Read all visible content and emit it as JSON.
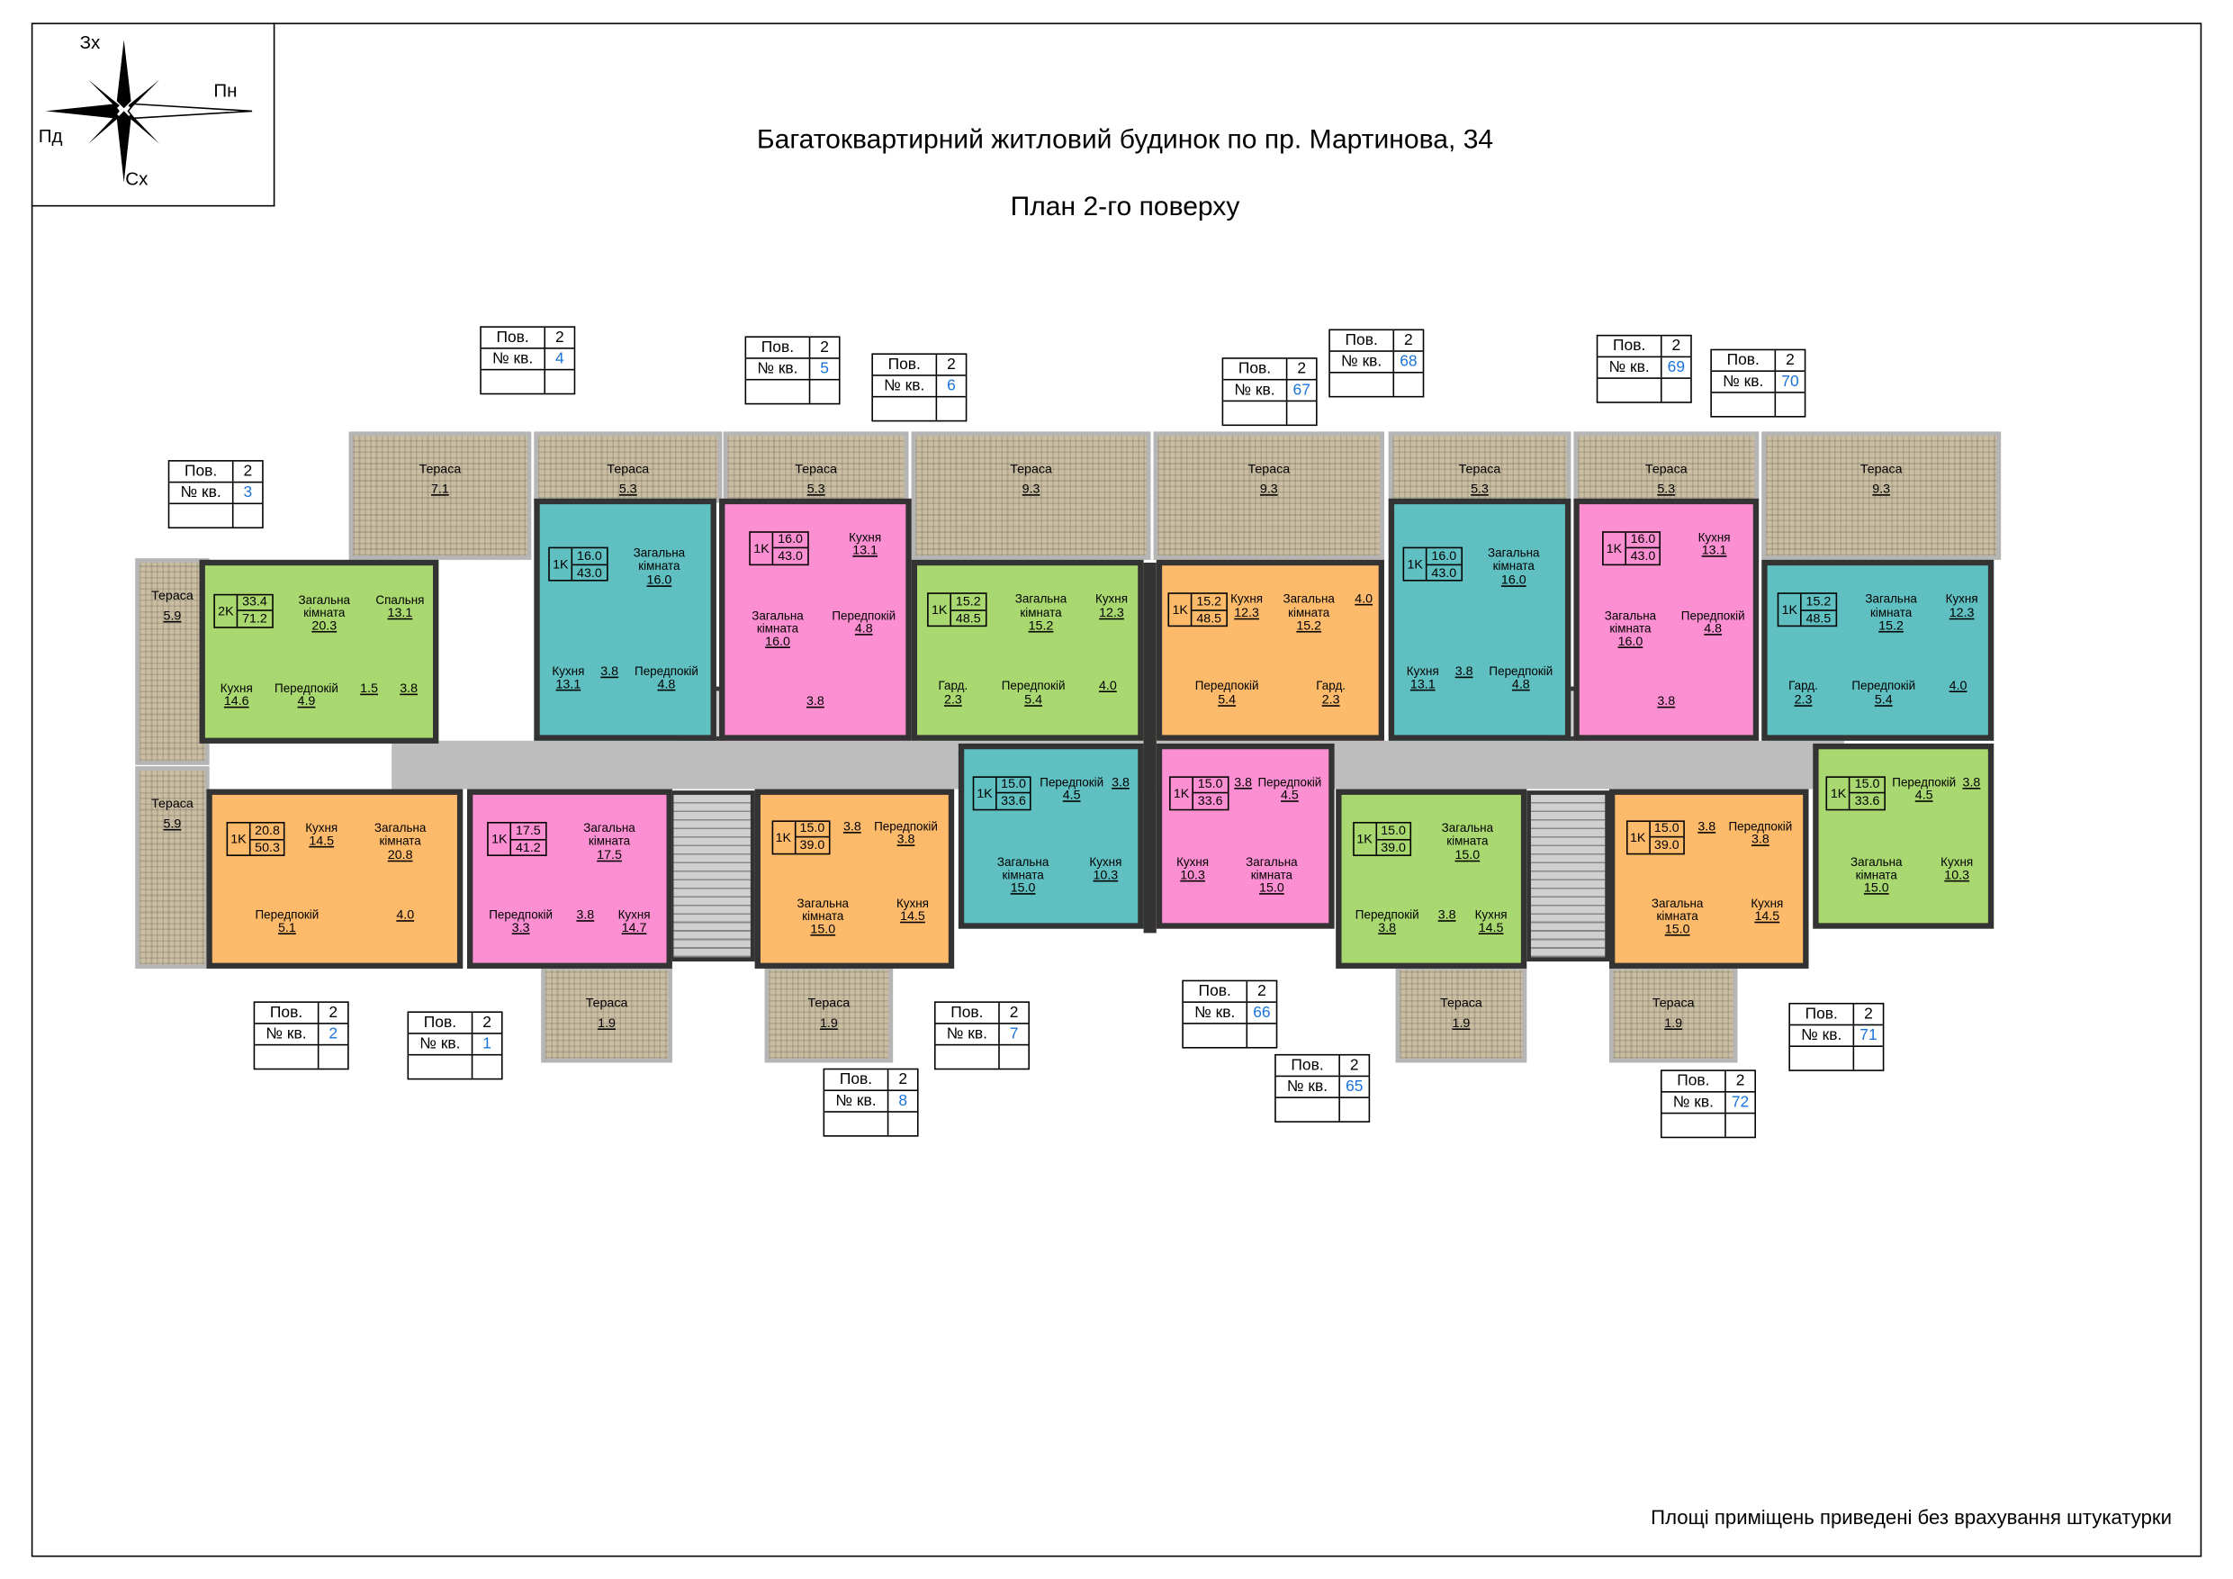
{
  "header": {
    "title": "Багатоквартирний житловий будинок по пр. Мартинова, 34",
    "subtitle": "План 2-го поверху"
  },
  "compass": {
    "north": "Пн",
    "south": "Пд",
    "west": "Зх",
    "east": "Сх"
  },
  "footer_note": "Площі приміщень приведені без врахування штукатурки",
  "callout_labels": {
    "floor": "Пов.",
    "apartment": "№ кв."
  },
  "floor": "2",
  "colors": {
    "green": "#a8d86f",
    "teal": "#5fbfc1",
    "pink": "#fb8fd1",
    "orange": "#fdba6b",
    "terrace": "#c9bda2",
    "corridor": "#bdbdbd"
  },
  "terraces": [
    {
      "label": "Тераса",
      "area": "7.1"
    },
    {
      "label": "Тераса",
      "area": "5.3"
    },
    {
      "label": "Тераса",
      "area": "5.3"
    },
    {
      "label": "Тераса",
      "area": "9.3"
    },
    {
      "label": "Тераса",
      "area": "9.3"
    },
    {
      "label": "Тераса",
      "area": "5.3"
    },
    {
      "label": "Тераса",
      "area": "5.3"
    },
    {
      "label": "Тераса",
      "area": "9.3"
    },
    {
      "label": "Тераса",
      "area": "5.9"
    },
    {
      "label": "Тераса",
      "area": "5.9"
    },
    {
      "label": "Тераса",
      "area": "1.9"
    },
    {
      "label": "Тераса",
      "area": "1.9"
    },
    {
      "label": "Тераса",
      "area": "1.9"
    },
    {
      "label": "Тераса",
      "area": "1.9"
    }
  ],
  "apartments": [
    {
      "number": "3",
      "color": "green",
      "type": "2K",
      "living": "33.4",
      "total": "71.2",
      "rooms": [
        [
          "Загальна кімната",
          "20.3"
        ],
        [
          "Спальня",
          "13.1"
        ],
        [
          "Кухня",
          "14.6"
        ],
        [
          "Передпокій",
          "4.9"
        ],
        [
          "",
          "1.5"
        ],
        [
          "",
          "3.8"
        ]
      ]
    },
    {
      "number": "2",
      "color": "orange",
      "type": "1K",
      "living": "20.8",
      "total": "50.3",
      "rooms": [
        [
          "Кухня",
          "14.5"
        ],
        [
          "Загальна кімната",
          "20.8"
        ],
        [
          "Передпокій",
          "5.1"
        ],
        [
          "",
          "4.0"
        ]
      ]
    },
    {
      "number": "1",
      "color": "pink",
      "type": "1K",
      "living": "17.5",
      "total": "41.2",
      "rooms": [
        [
          "Загальна кімната",
          "17.5"
        ],
        [
          "Передпокій",
          "3.3"
        ],
        [
          "",
          "3.8"
        ],
        [
          "Кухня",
          "14.7"
        ]
      ]
    },
    {
      "number": "4",
      "color": "teal",
      "type": "1K",
      "living": "16.0",
      "total": "43.0",
      "rooms": [
        [
          "Загальна кімната",
          "16.0"
        ],
        [
          "Кухня",
          "13.1"
        ],
        [
          "",
          "3.8"
        ],
        [
          "Передпокій",
          "4.8"
        ]
      ]
    },
    {
      "number": "5",
      "color": "pink",
      "type": "1K",
      "living": "16.0",
      "total": "43.0",
      "rooms": [
        [
          "Кухня",
          "13.1"
        ],
        [
          "Загальна кімната",
          "16.0"
        ],
        [
          "Передпокій",
          "4.8"
        ],
        [
          "",
          "3.8"
        ]
      ]
    },
    {
      "number": "6",
      "color": "green",
      "type": "1K",
      "living": "15.2",
      "total": "48.5",
      "rooms": [
        [
          "Загальна кімната",
          "15.2"
        ],
        [
          "Кухня",
          "12.3"
        ],
        [
          "Гард.",
          "2.3"
        ],
        [
          "Передпокій",
          "5.4"
        ],
        [
          "",
          "4.0"
        ]
      ]
    },
    {
      "number": "8",
      "color": "orange",
      "type": "1K",
      "living": "15.0",
      "total": "39.0",
      "rooms": [
        [
          "",
          "3.8"
        ],
        [
          "Передпокій",
          "3.8"
        ],
        [
          "Загальна кімната",
          "15.0"
        ],
        [
          "Кухня",
          "14.5"
        ]
      ]
    },
    {
      "number": "7",
      "color": "teal",
      "type": "1K",
      "living": "15.0",
      "total": "33.6",
      "rooms": [
        [
          "Передпокій",
          "4.5"
        ],
        [
          "",
          "3.8"
        ],
        [
          "Загальна кімната",
          "15.0"
        ],
        [
          "Кухня",
          "10.3"
        ]
      ]
    },
    {
      "number": "67",
      "color": "orange",
      "type": "1K",
      "living": "15.2",
      "total": "48.5",
      "rooms": [
        [
          "Кухня",
          "12.3"
        ],
        [
          "Загальна кімната",
          "15.2"
        ],
        [
          "",
          "4.0"
        ],
        [
          "Передпокій",
          "5.4"
        ],
        [
          "Гард.",
          "2.3"
        ]
      ]
    },
    {
      "number": "66",
      "color": "pink",
      "type": "1K",
      "living": "15.0",
      "total": "33.6",
      "rooms": [
        [
          "",
          "3.8"
        ],
        [
          "Передпокій",
          "4.5"
        ],
        [
          "Кухня",
          "10.3"
        ],
        [
          "Загальна кімната",
          "15.0"
        ]
      ]
    },
    {
      "number": "68",
      "color": "teal",
      "type": "1K",
      "living": "16.0",
      "total": "43.0",
      "rooms": [
        [
          "Загальна кімната",
          "16.0"
        ],
        [
          "Кухня",
          "13.1"
        ],
        [
          "",
          "3.8"
        ],
        [
          "Передпокій",
          "4.8"
        ]
      ]
    },
    {
      "number": "69",
      "color": "pink",
      "type": "1K",
      "living": "16.0",
      "total": "43.0",
      "rooms": [
        [
          "Кухня",
          "13.1"
        ],
        [
          "Загальна кімната",
          "16.0"
        ],
        [
          "Передпокій",
          "4.8"
        ],
        [
          "",
          "3.8"
        ]
      ]
    },
    {
      "number": "65",
      "color": "green",
      "type": "1K",
      "living": "15.0",
      "total": "39.0",
      "rooms": [
        [
          "Загальна кімната",
          "15.0"
        ],
        [
          "Передпокій",
          "3.8"
        ],
        [
          "",
          "3.8"
        ],
        [
          "Кухня",
          "14.5"
        ]
      ]
    },
    {
      "number": "72",
      "color": "orange",
      "type": "1K",
      "living": "15.0",
      "total": "39.0",
      "rooms": [
        [
          "",
          "3.8"
        ],
        [
          "Передпокій",
          "3.8"
        ],
        [
          "Загальна кімната",
          "15.0"
        ],
        [
          "Кухня",
          "14.5"
        ]
      ]
    },
    {
      "number": "70",
      "color": "teal",
      "type": "1K",
      "living": "15.2",
      "total": "48.5",
      "rooms": [
        [
          "Загальна кімната",
          "15.2"
        ],
        [
          "Кухня",
          "12.3"
        ],
        [
          "Гард.",
          "2.3"
        ],
        [
          "Передпокій",
          "5.4"
        ],
        [
          "",
          "4.0"
        ]
      ]
    },
    {
      "number": "71",
      "color": "green",
      "type": "1K",
      "living": "15.0",
      "total": "33.6",
      "rooms": [
        [
          "Передпокій",
          "4.5"
        ],
        [
          "",
          "3.8"
        ],
        [
          "Загальна кімната",
          "15.0"
        ],
        [
          "Кухня",
          "10.3"
        ]
      ]
    }
  ]
}
